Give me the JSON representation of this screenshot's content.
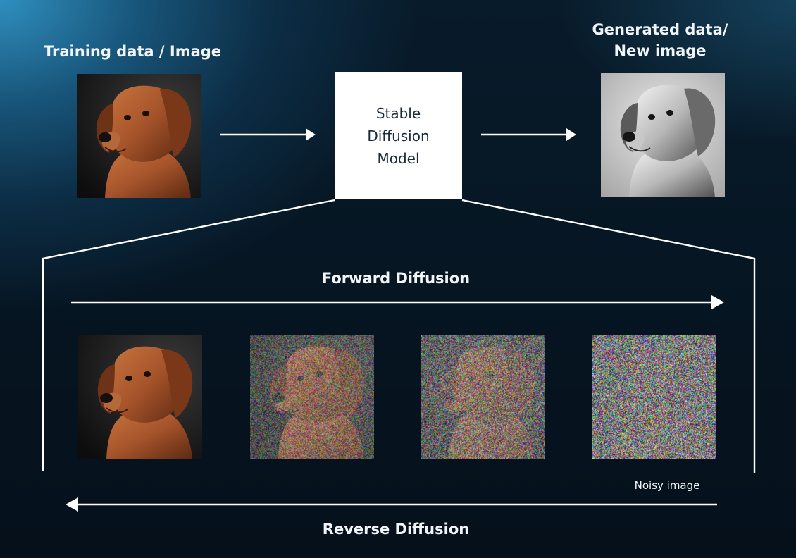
{
  "labels": {
    "training": "Training data / Image",
    "generated": "Generated data/ New image",
    "model": "Stable Diffusion Model",
    "forward": "Forward Diffusion",
    "reverse": "Reverse Diffusion",
    "noisy": "Noisy image"
  },
  "icons": {
    "arrow_right": "arrow-right-icon",
    "arrow_left": "arrow-left-icon"
  },
  "colors": {
    "accent_light": "#2f8fbe",
    "background_dark": "#061522",
    "dog_fur": "#a5532a",
    "box": "#ffffff",
    "line": "#ffffff"
  },
  "steps": [
    {
      "noise_level": 0
    },
    {
      "noise_level": 0.55
    },
    {
      "noise_level": 0.72
    },
    {
      "noise_level": 0.95
    }
  ]
}
